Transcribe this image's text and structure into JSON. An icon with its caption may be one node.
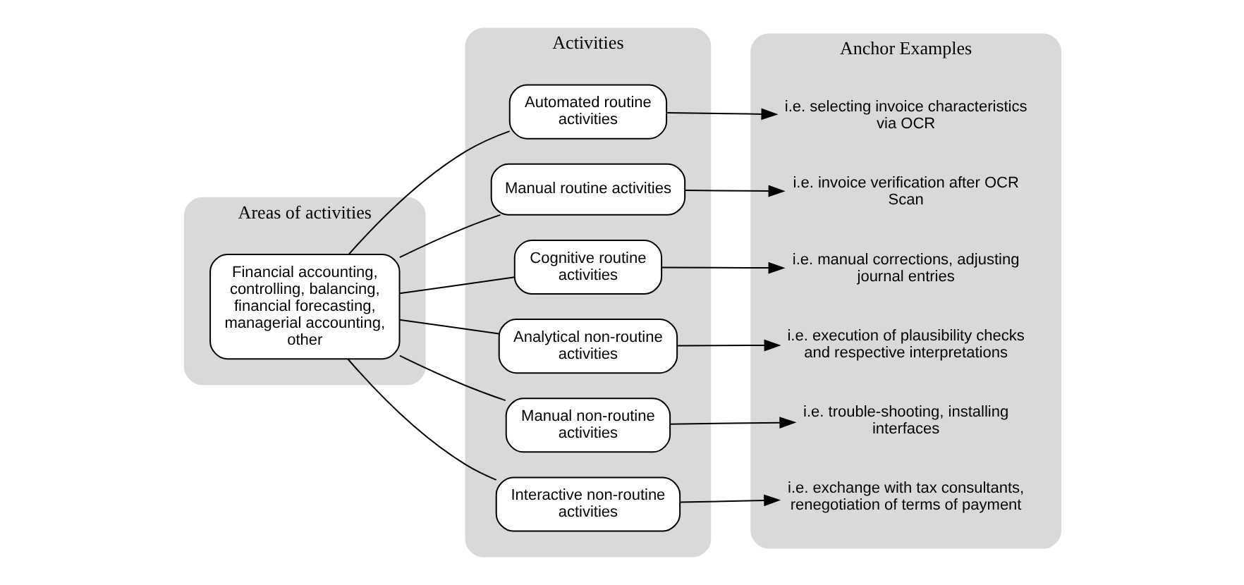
{
  "diagram": {
    "nodes": [
      {
        "text": [
          "Areas of activities"
        ]
      },
      {
        "text": [
          "Financial accounting, controlling, balancing, financial forecasting, managerial accounting, other"
        ],
        "in": 0
      },
      {
        "text": [
          "Activities"
        ]
      },
      {
        "text": [
          "Automated routine activities"
        ],
        "in": 2
      },
      {
        "text": [
          "Manual routine activities"
        ],
        "in": 2
      },
      {
        "text": [
          "Cognitive routine activities"
        ],
        "in": 2
      },
      {
        "text": [
          "Analytical non-routine activities"
        ],
        "in": 2
      },
      {
        "text": [
          "Manual non-routine activities"
        ],
        "in": 2
      },
      {
        "text": [
          "Interactive non-routine activities"
        ],
        "in": 2
      },
      {
        "text": [
          "Anchor Examples"
        ]
      },
      {
        "text": [
          "i.e. selecting invoice characteristics via OCR"
        ],
        "in": 9
      },
      {
        "text": [
          "i.e. invoice verification after OCR Scan"
        ],
        "in": 9
      },
      {
        "text": [
          "i.e. manual corrections, adjusting journal entries"
        ],
        "in": 9
      },
      {
        "text": [
          "i.e. execution of plausibility checks and respective interpretations"
        ],
        "in": 9
      },
      {
        "text": [
          "i.e. trouble-shooting, installing interfaces"
        ],
        "in": 9
      },
      {
        "text": [
          "i.e. exchange with tax consultants, renegotiation of terms of payment"
        ],
        "in": 9
      }
    ],
    "edges": [
      {
        "from": 1,
        "to": 3,
        "arrow": "none"
      },
      {
        "from": 1,
        "to": 4,
        "arrow": "none"
      },
      {
        "from": 1,
        "to": 5,
        "arrow": "none"
      },
      {
        "from": 1,
        "to": 6,
        "arrow": "none"
      },
      {
        "from": 1,
        "to": 7,
        "arrow": "none"
      },
      {
        "from": 1,
        "to": 8,
        "arrow": "none"
      },
      {
        "from": 3,
        "to": 10,
        "arrow": "to"
      },
      {
        "from": 4,
        "to": 11,
        "arrow": "to"
      },
      {
        "from": 5,
        "to": 12,
        "arrow": "to"
      },
      {
        "from": 6,
        "to": 13,
        "arrow": "to"
      },
      {
        "from": 7,
        "to": 14,
        "arrow": "to"
      },
      {
        "from": 8,
        "to": 15,
        "arrow": "to"
      }
    ]
  }
}
